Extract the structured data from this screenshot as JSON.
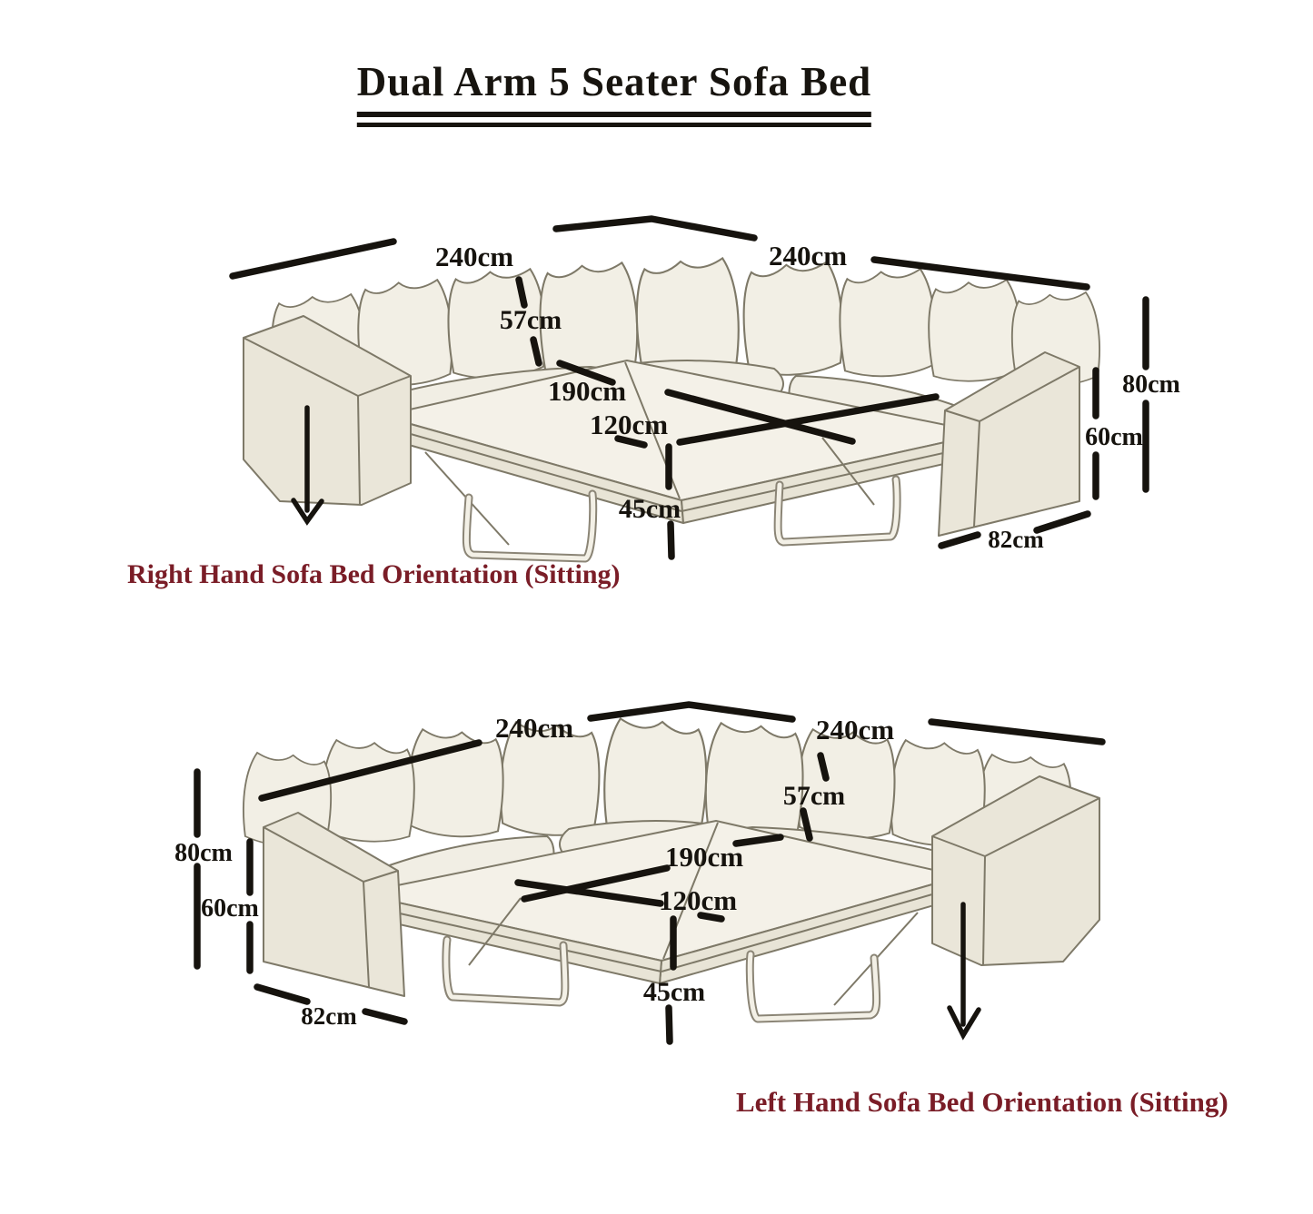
{
  "title": "Dual Arm 5 Seater Sofa Bed",
  "colors": {
    "dimension_line": "#16130e",
    "caption_red": "#7a1d27",
    "sofa_fill": "#f1eee4",
    "sofa_outline": "#7e7968"
  },
  "top_sofa": {
    "caption": "Right Hand Sofa Bed Orientation (Sitting)",
    "dims": {
      "left_width": "240cm",
      "right_width": "240cm",
      "cushion_height": "57cm",
      "bed_length": "190cm",
      "bed_width": "120cm",
      "bed_floor_height": "45cm",
      "back_height": "80cm",
      "arm_height": "60cm",
      "arm_depth": "82cm"
    }
  },
  "bottom_sofa": {
    "caption": "Left Hand Sofa Bed Orientation (Sitting)",
    "dims": {
      "left_width": "240cm",
      "right_width": "240cm",
      "cushion_height": "57cm",
      "bed_length": "190cm",
      "bed_width": "120cm",
      "bed_floor_height": "45cm",
      "back_height": "80cm",
      "arm_height": "60cm",
      "arm_depth": "82cm"
    }
  }
}
